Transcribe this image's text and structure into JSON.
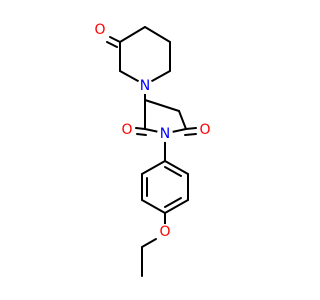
{
  "molecule": {
    "atoms": {
      "o_ketone": {
        "symbol": "O",
        "color": "#ff0000"
      },
      "n_piperidine": {
        "symbol": "N",
        "color": "#0000ff"
      },
      "o_imide_left": {
        "symbol": "O",
        "color": "#ff0000"
      },
      "o_imide_right": {
        "symbol": "O",
        "color": "#ff0000"
      },
      "n_imide": {
        "symbol": "N",
        "color": "#0000ff"
      },
      "o_ether": {
        "symbol": "O",
        "color": "#ff0000"
      }
    },
    "bond_color": "#000000"
  }
}
